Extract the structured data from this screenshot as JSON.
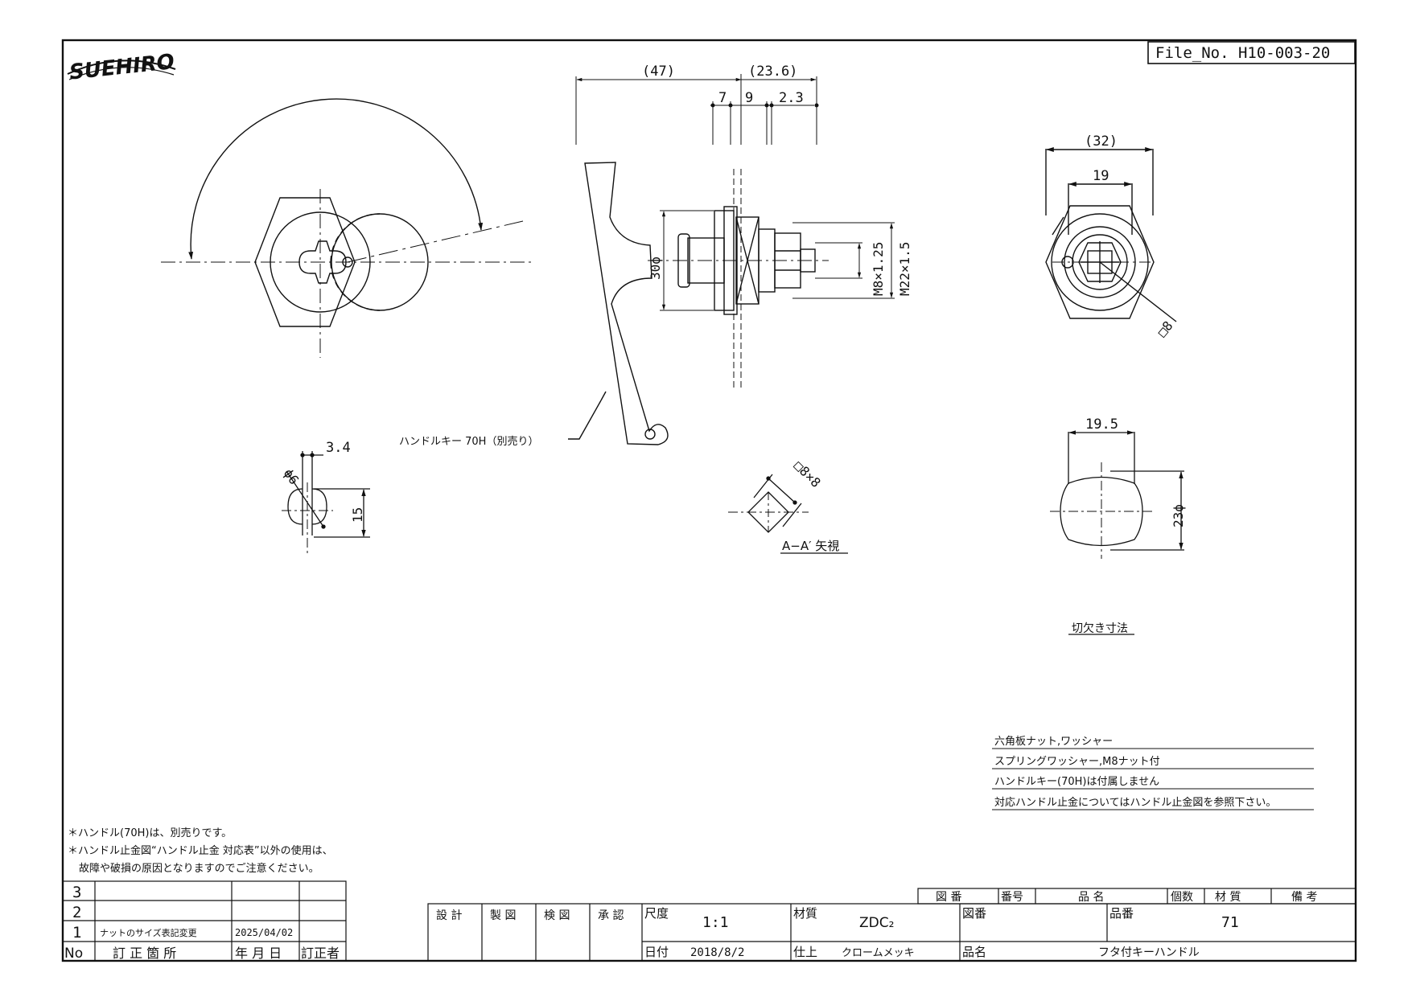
{
  "logo_text": "SUEHIRO",
  "file_no": "File_No. H10-003-20",
  "dimensions": {
    "d47": "(47)",
    "d23_6": "(23.6)",
    "d7": "7",
    "d9": "9",
    "d2_3": "2.3",
    "d30phi": "30ϕ",
    "m8": "M8×1.25",
    "m22": "M22×1.5",
    "d32": "(32)",
    "d19": "19",
    "sq8": "□8",
    "d3_4": "3.4",
    "d6phi": "ϕ6",
    "d15": "15",
    "sq8x8": "□8×8",
    "d19_5": "19.5",
    "d23phi": "23ϕ"
  },
  "labels": {
    "handle_key": "ハンドルキー 70H（別売り）",
    "view_aa": "A−A′ 矢視",
    "cutout": "切欠き寸法"
  },
  "notes": [
    "六角板ナット,ワッシャー",
    "スプリングワッシャー,M8ナット付",
    "ハンドルキー(70H)は付属しません",
    "対応ハンドル止金についてはハンドル止金図を参照下さい。"
  ],
  "warnings": [
    "＊ハンドル(70H)は、別売りです。",
    "＊ハンドル止金図“ハンドル止金 対応表”以外の使用は、",
    "故障や破損の原因となりますのでご注意ください。"
  ],
  "revisions": {
    "rows": [
      {
        "no": "3",
        "desc": "",
        "date": "",
        "by": ""
      },
      {
        "no": "2",
        "desc": "",
        "date": "",
        "by": ""
      },
      {
        "no": "1",
        "desc": "ナットのサイズ表記変更",
        "date": "2025/04/02",
        "by": ""
      }
    ],
    "header": {
      "no": "No",
      "desc": "訂 正 箇 所",
      "date": "年 月 日",
      "by": "訂正者"
    }
  },
  "title_block": {
    "parts_header": {
      "zuban": "図 番",
      "bango": "番号",
      "hinmei": "品 名",
      "kosu": "個数",
      "zaishitsu": "材 質",
      "biko": "備 考"
    },
    "sekkei": "設 計",
    "seizu": "製 図",
    "kenzu": "検 図",
    "shonin": "承 認",
    "shakudo_label": "尺\n度",
    "shakudo": "1:1",
    "zaishitsu_label": "材\n質",
    "material": "ZDC₂",
    "zuban_label": "図\n番",
    "hinban_label": "品\n番",
    "hinban": "71",
    "hizuke_label": "日付",
    "date": "2018/8/2",
    "shiage_label": "仕上",
    "finish": "クロームメッキ",
    "hinmei_label": "品名",
    "product_name": "フタ付キーハンドル"
  }
}
